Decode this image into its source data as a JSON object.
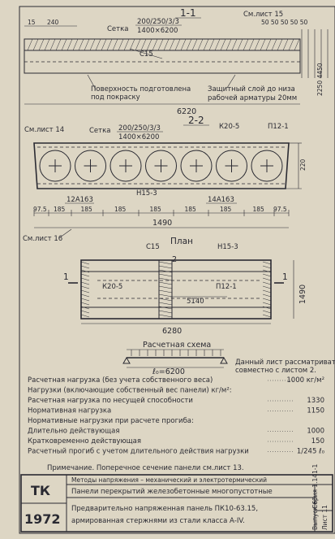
{
  "section_1_1": {
    "title": "1-1",
    "sheet_ref": "См.лист 15",
    "dim_left": "15",
    "dim_left2": "240",
    "mesh_label": "Сетка",
    "mesh_spec": "200/250/3/3",
    "mesh_size": "1400×6200",
    "rebar_label": "С15",
    "surface_note_1": "Поверхность подготовлена",
    "surface_note_2": "под покраску",
    "cover_note_1": "Защитный слой до низа",
    "cover_note_2": "рабочей арматуры 20мм",
    "length": "6220",
    "small_dims": "50 50 50 50 50",
    "right_dims": "2250 4450"
  },
  "section_2_2": {
    "title": "2-2",
    "sheet_ref_left": "См.лист 14",
    "mesh_label": "Сетка",
    "mesh_spec": "200/250/3/3",
    "mesh_size": "1400×6200",
    "rebar_k20": "К20-5",
    "rebar_p12": "П12-1",
    "bars_left": "12А163",
    "bars_mid": "Н15-3",
    "bars_right": "14А163",
    "dims": [
      "97.5",
      "185",
      "185",
      "185",
      "185",
      "185",
      "185",
      "185",
      "97.5"
    ],
    "total_width": "1490",
    "sheet_ref_bottom": "См.лист 16",
    "right_dim": "220"
  },
  "plan": {
    "title": "План",
    "rebar_c15": "С15",
    "rebar_h15": "Н15-3",
    "rebar_k20": "К20-5",
    "rebar_p12": "П12-1",
    "inner_length": "5140",
    "length": "6280",
    "width": "1490",
    "mark_1_left": "1",
    "mark_1_right": "1",
    "mark_2_top": "2"
  },
  "design_scheme": {
    "title": "Расчетная схема",
    "span": "ℓ₀=6200",
    "note_1": "Данный лист рассматривать",
    "note_2": "совместно с листом 2."
  },
  "loads": [
    {
      "text": "Расчетная нагрузка (без учета собственного веса)",
      "value": "1000 кг/м²"
    },
    {
      "text": "Нагрузки (включающие собственный вес панели) кг/м²:",
      "value": ""
    },
    {
      "text": "Расчетная нагрузка по несущей способности",
      "value": "1330"
    },
    {
      "text": "Нормативная нагрузка",
      "value": "1150"
    },
    {
      "text": "Нормативные нагрузки при расчете прогиба:",
      "value": ""
    },
    {
      "text": "Длительно действующая",
      "value": "1000"
    },
    {
      "text": "Кратковременно действующая",
      "value": "150"
    },
    {
      "text": "Расчетный прогиб с учетом длительного действия нагрузки",
      "value": "1/245 ℓ₀"
    }
  ],
  "note": "Примечание. Поперечное сечение панели см.лист 13.",
  "stamp": {
    "series": "ТК",
    "year": "1972",
    "methods": "Методы напряжения – механический и электротермический",
    "row1": "Панели перекрытий железобетонные многопустотные",
    "row2": "Предварительно напряженная панель ПК10-63.15,",
    "row3": "армированная стержнями из стали класса А-IV.",
    "right_top": "Серия 1.141-1",
    "right_issue": "Выпуск 63",
    "right_sheet": "Лист 11"
  }
}
